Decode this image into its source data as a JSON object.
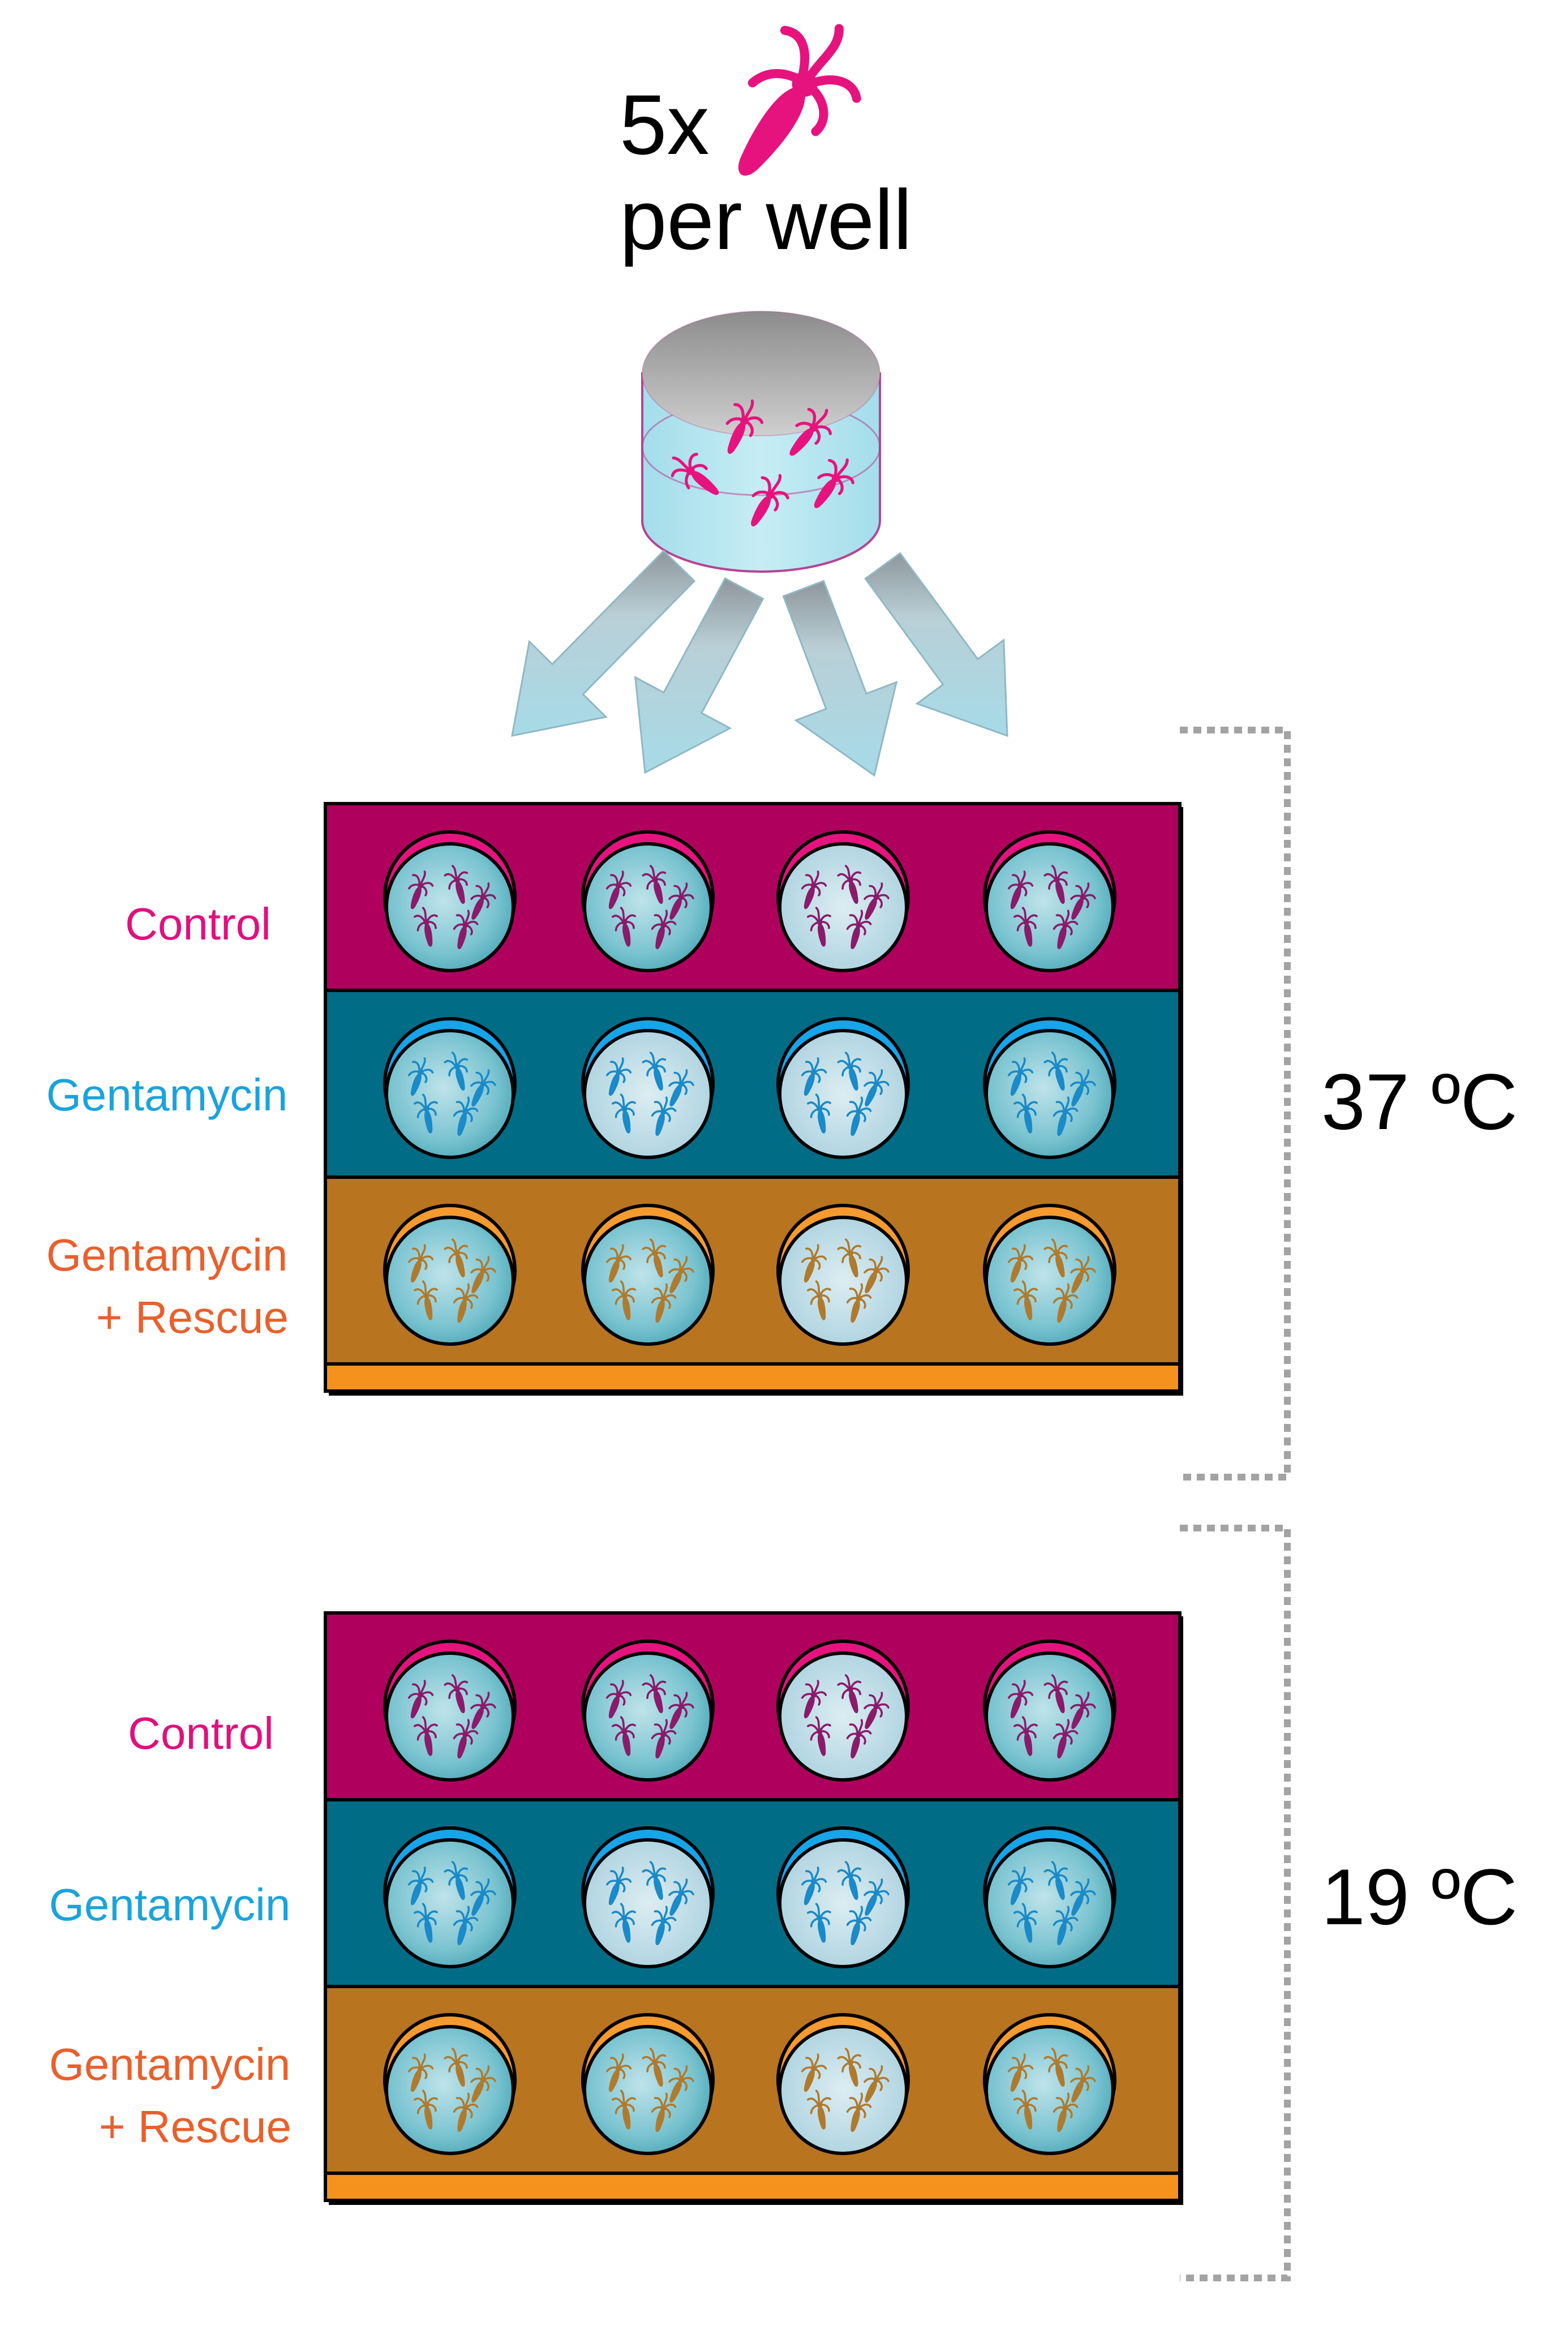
{
  "header": {
    "count_label": "5x",
    "per_well_label": "per well"
  },
  "colors": {
    "control": "#b0005e",
    "control_label": "#e0107e",
    "gentamycin": "#006c86",
    "gentamycin_label": "#1aa3dc",
    "rescue": "#b8741f",
    "rescue_label": "#e8602c",
    "rescue_edge": "#f5921e",
    "hydra": "#e6137e",
    "arrow_fill": "#a8d9e6",
    "arrow_top": "#9aa2a8",
    "dish_water": "#a9e2ef",
    "dish_top": "#8d8d8d"
  },
  "plates": [
    {
      "temperature": "37 ºC",
      "rows": [
        {
          "label": "Control",
          "type": "control"
        },
        {
          "label": "Gentamycin",
          "type": "gentamycin"
        },
        {
          "label_line1": "Gentamycin",
          "label_line2": "+ Rescue",
          "type": "rescue"
        }
      ],
      "wells_per_row": 4
    },
    {
      "temperature": "19 ºC",
      "rows": [
        {
          "label": "Control",
          "type": "control"
        },
        {
          "label": "Gentamycin",
          "type": "gentamycin"
        },
        {
          "label_line1": "Gentamycin",
          "label_line2": "+ Rescue",
          "type": "rescue"
        }
      ],
      "wells_per_row": 4
    }
  ]
}
